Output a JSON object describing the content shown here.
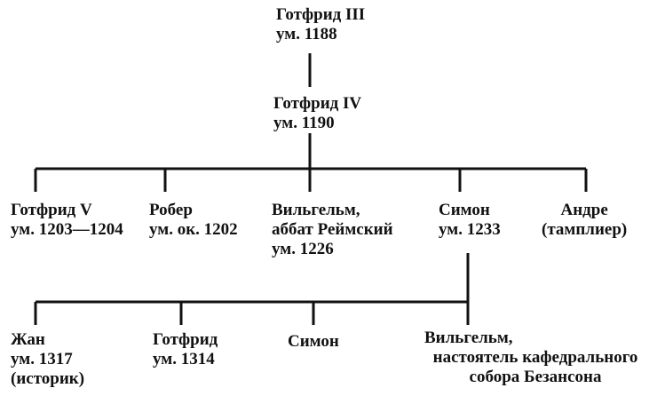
{
  "tree": {
    "root": {
      "lines": [
        "Готфрид III",
        "ум. 1188"
      ]
    },
    "gen2": {
      "lines": [
        "Готфрид IV",
        "ум. 1190"
      ]
    },
    "gen3": [
      {
        "lines": [
          "Готфрид V",
          "ум. 1203—1204"
        ]
      },
      {
        "lines": [
          "Робер",
          "ум. ок. 1202"
        ]
      },
      {
        "lines": [
          "Вильгельм,",
          "аббат Реймский",
          "ум. 1226"
        ]
      },
      {
        "lines": [
          "Симон",
          "ум. 1233"
        ]
      },
      {
        "lines": [
          "Андре",
          "(тамплиер)"
        ]
      }
    ],
    "gen4": [
      {
        "lines": [
          "Жан",
          "ум. 1317",
          "(историк)"
        ]
      },
      {
        "lines": [
          "Готфрид",
          "ум. 1314"
        ]
      },
      {
        "lines": [
          "Симон"
        ]
      },
      {
        "lines": [
          "Вильгельм,",
          "настоятель кафедрального",
          "собора Безансона"
        ]
      }
    ]
  }
}
